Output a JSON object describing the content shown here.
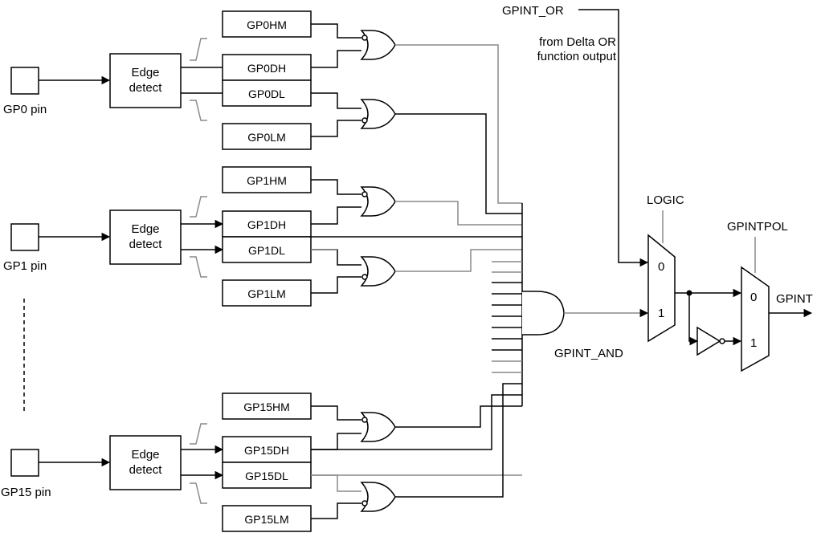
{
  "pins": [
    {
      "box_label": "Edge detect",
      "pin_label": "GP0 pin",
      "registers": [
        "GP0HM",
        "GP0DH",
        "GP0DL",
        "GP0LM"
      ]
    },
    {
      "box_label": "Edge detect",
      "pin_label": "GP1 pin",
      "registers": [
        "GP1HM",
        "GP1DH",
        "GP1DL",
        "GP1LM"
      ]
    },
    {
      "box_label": "Edge detect",
      "pin_label": "GP15 pin",
      "registers": [
        "GP15HM",
        "GP15DH",
        "GP15DL",
        "GP15LM"
      ]
    }
  ],
  "edge_box_lines": [
    "Edge",
    "detect"
  ],
  "signals": {
    "gpint_or": "GPINT_OR",
    "gpint_or_note": [
      "from Delta OR",
      "function output"
    ],
    "gpint_and": "GPINT_AND",
    "logic": "LOGIC",
    "gpintpol": "GPINTPOL",
    "gpint": "GPINT"
  },
  "mux_inputs": [
    "0",
    "1"
  ],
  "colors": {
    "line": "#000000",
    "gray_line": "#8a8a8a",
    "background": "#ffffff"
  }
}
